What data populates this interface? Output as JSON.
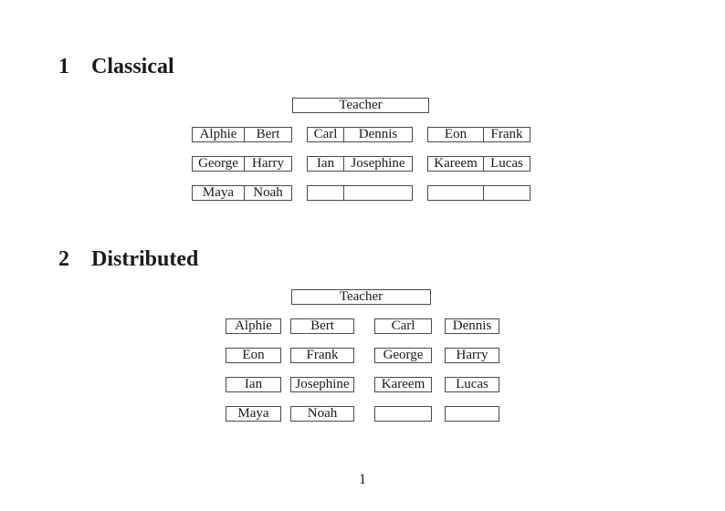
{
  "page": {
    "number": "1"
  },
  "sections": [
    {
      "number": "1",
      "title": "Classical"
    },
    {
      "number": "2",
      "title": "Distributed"
    }
  ],
  "classical": {
    "teacher_label": "Teacher",
    "rows": [
      {
        "desks": [
          {
            "left": "Alphie",
            "right": "Bert"
          },
          {
            "left": "Carl",
            "right": "Dennis"
          },
          {
            "left": "Eon",
            "right": "Frank"
          }
        ]
      },
      {
        "desks": [
          {
            "left": "George",
            "right": "Harry"
          },
          {
            "left": "Ian",
            "right": "Josephine"
          },
          {
            "left": "Kareem",
            "right": "Lucas"
          }
        ]
      },
      {
        "desks": [
          {
            "left": "Maya",
            "right": "Noah"
          },
          {
            "left": "",
            "right": ""
          },
          {
            "left": "",
            "right": ""
          }
        ]
      }
    ]
  },
  "distributed": {
    "teacher_label": "Teacher",
    "rows": [
      [
        "Alphie",
        "Bert",
        "Carl",
        "Dennis"
      ],
      [
        "Eon",
        "Frank",
        "George",
        "Harry"
      ],
      [
        "Ian",
        "Josephine",
        "Kareem",
        "Lucas"
      ],
      [
        "Maya",
        "Noah",
        "",
        ""
      ]
    ]
  },
  "colors": {
    "border": "#4a4a4a",
    "text": "#1a1a1a",
    "background": "#ffffff"
  }
}
